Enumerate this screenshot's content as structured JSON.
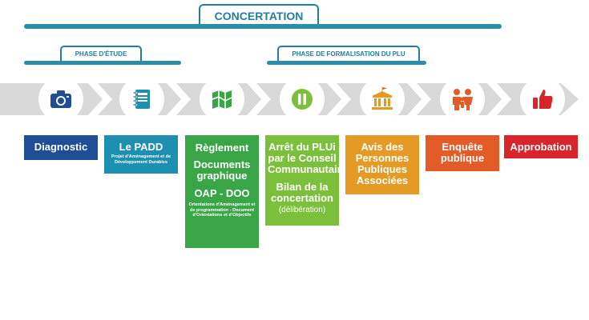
{
  "header": {
    "concertation": "CONCERTATION",
    "phase_etude": "PHASE D'ÉTUDE",
    "phase_formalisation": "PHASE DE FORMALISATION DU PLU"
  },
  "colors": {
    "teal": "#2b8ea8",
    "timeline": "#d9d9d9",
    "diagnostic": "#1f4e96",
    "padd": "#1d8fb0",
    "reglement": "#3aa546",
    "arret": "#7bbf3b",
    "avis": "#e59a25",
    "enquete": "#e35b27",
    "approbation": "#d8252b"
  },
  "icons": [
    "camera-icon",
    "notebook-icon",
    "map-icon",
    "pause-icon",
    "building-icon",
    "family-icon",
    "thumbs-up-icon"
  ],
  "steps": {
    "diagnostic": {
      "title": "Diagnostic"
    },
    "padd": {
      "title": "Le PADD",
      "subtitle": "Projet d'Aménagement et de Développement Durables"
    },
    "reglement": {
      "title1": "Règlement",
      "title2": "Documents graphique",
      "title3": "OAP - DOO",
      "subtitle": "Orientations d'Aménagement et de programmation - Document d'Orientations et d'Objectifs"
    },
    "arret": {
      "title1": "Arrêt du PLUi par le Conseil Communautaire",
      "title2": "Bilan de la concertation",
      "note": "(délibération)"
    },
    "avis": {
      "title": "Avis des Personnes Publiques Associées"
    },
    "enquete": {
      "title": "Enquête publique"
    },
    "approbation": {
      "title": "Approbation"
    }
  }
}
